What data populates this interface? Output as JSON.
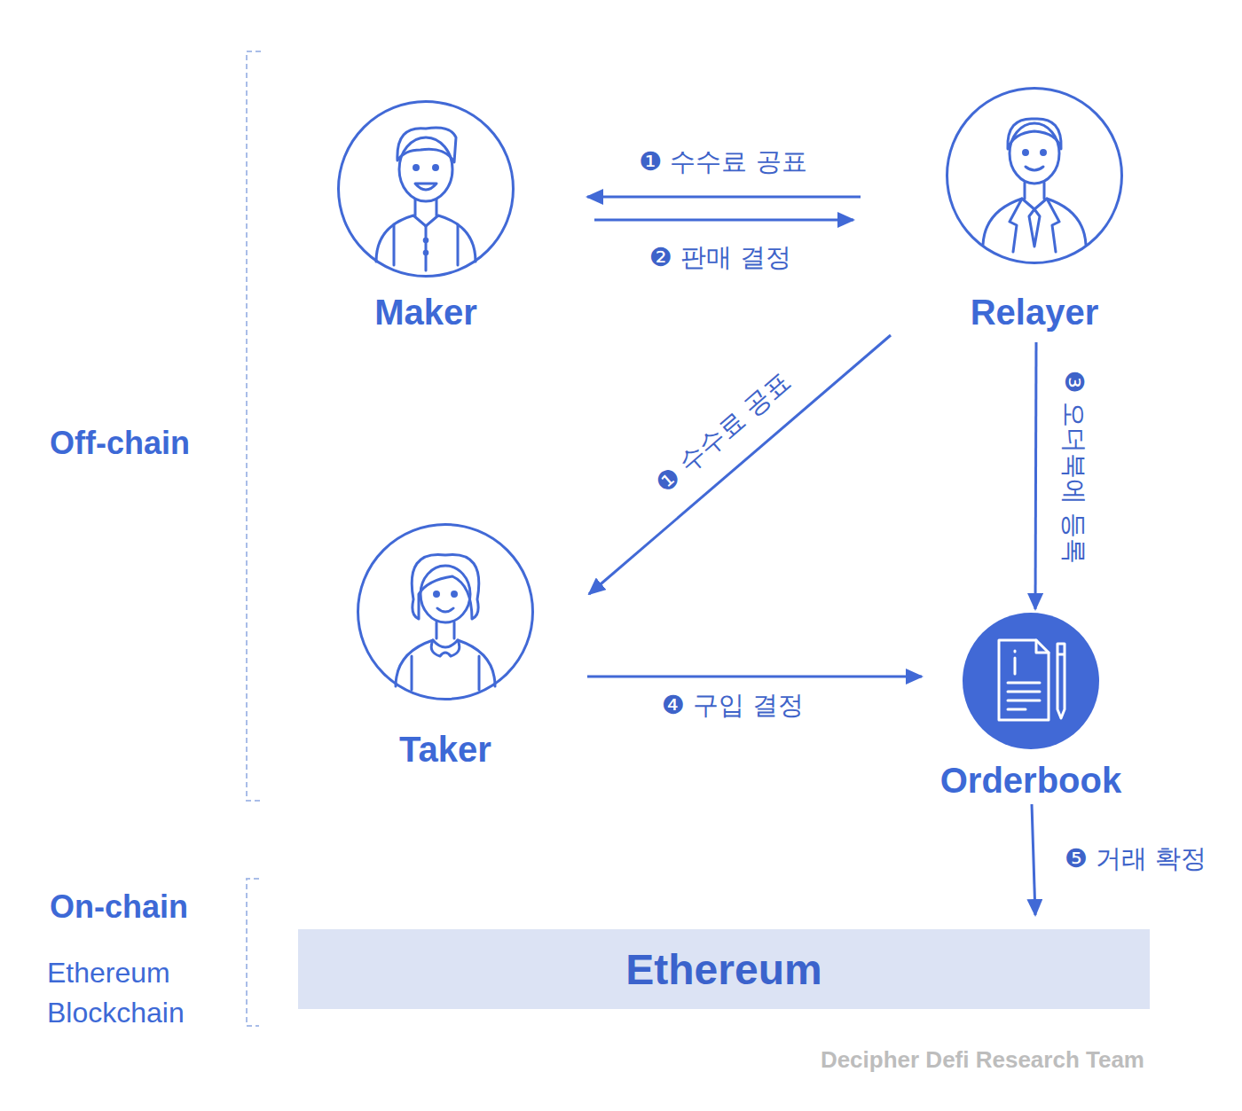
{
  "diagram": {
    "nodes": [
      {
        "text": [
          "Maker"
        ]
      },
      {
        "text": [
          "Relayer"
        ]
      },
      {
        "text": [
          "Taker"
        ]
      },
      {
        "text": [
          "Orderbook"
        ]
      },
      {
        "text": [
          "Ethereum"
        ]
      }
    ],
    "edges": [
      {
        "from": 1,
        "to": 0,
        "arrow": "to",
        "label": "❶ 수수료 공표"
      },
      {
        "from": 0,
        "to": 1,
        "arrow": "to",
        "label": "❷ 판매 결정"
      },
      {
        "from": 1,
        "to": 2,
        "arrow": "to",
        "label": "❶ 수수료 공표"
      },
      {
        "from": 1,
        "to": 3,
        "arrow": "to",
        "label": "❸ 오더북에 등록"
      },
      {
        "from": 2,
        "to": 3,
        "arrow": "to",
        "label": "❹ 구입 결정"
      },
      {
        "from": 3,
        "to": 4,
        "arrow": "to",
        "label": "❺ 거래 확정"
      }
    ],
    "labels": [
      "Off-chain",
      "On-chain",
      "Ethereum Blockchain",
      "Decipher Defi Research Team"
    ]
  }
}
